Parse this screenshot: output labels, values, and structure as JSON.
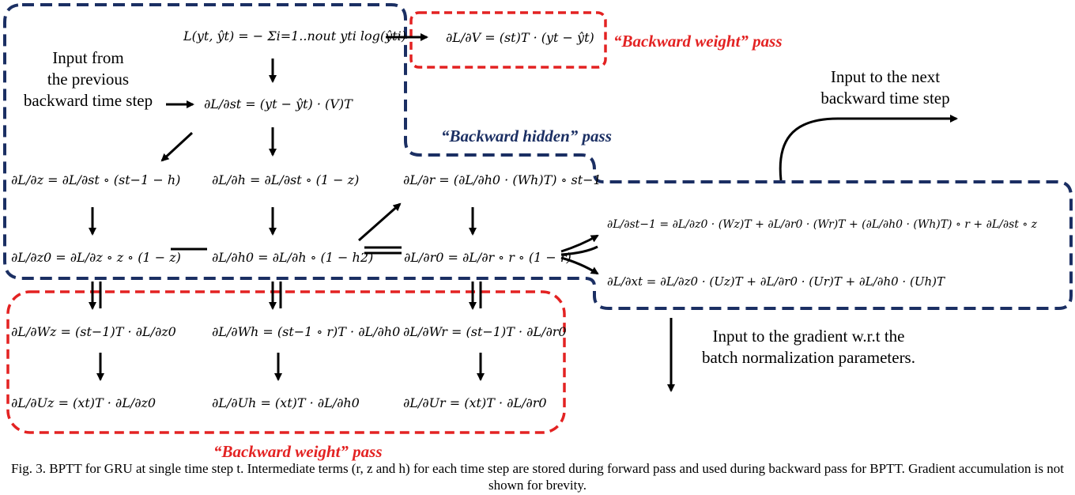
{
  "labels": {
    "input_prev": "Input from\nthe previous\nbackward time step",
    "input_next": "Input to the next\nbackward time step",
    "input_bn": "Input to the gradient w.r.t the\nbatch normalization  parameters."
  },
  "passes": {
    "weight_top": "“Backward weight” pass",
    "hidden": "“Backward hidden” pass",
    "weight_bottom": "“Backward weight” pass"
  },
  "equations": {
    "loss": "L(yt, ŷt) = − Σi=1..nout yti log(ŷti)",
    "dL_dV": "∂L/∂V = (st)T · (yt − ŷt)",
    "dL_dst": "∂L/∂st = (yt − ŷt) · (V)T",
    "dL_dz": "∂L/∂z = ∂L/∂st ∘ (st−1 − h)",
    "dL_dh": "∂L/∂h = ∂L/∂st ∘ (1 − z)",
    "dL_dr": "∂L/∂r = (∂L/∂h0 · (Wh)T) ∘ st−1",
    "dL_dz0": "∂L/∂z0 = ∂L/∂z ∘ z ∘ (1 − z)",
    "dL_dh0": "∂L/∂h0 = ∂L/∂h ∘ (1 − h2)",
    "dL_dr0": "∂L/∂r0 = ∂L/∂r ∘ r ∘ (1 − r)",
    "dL_dst_1": "∂L/∂st−1 = ∂L/∂z0 · (Wz)T + ∂L/∂r0 · (Wr)T + (∂L/∂h0 · (Wh)T) ∘ r + ∂L/∂st ∘ z",
    "dL_dxt": "∂L/∂xt = ∂L/∂z0 · (Uz)T + ∂L/∂r0 · (Ur)T + ∂L/∂h0 · (Uh)T",
    "dL_dWz": "∂L/∂Wz = (st−1)T · ∂L/∂z0",
    "dL_dWh": "∂L/∂Wh = (st−1 ∘ r)T · ∂L/∂h0",
    "dL_dWr": "∂L/∂Wr = (st−1)T · ∂L/∂r0",
    "dL_dUz": "∂L/∂Uz = (xt)T · ∂L/∂z0",
    "dL_dUh": "∂L/∂Uh = (xt)T · ∂L/∂h0",
    "dL_dUr": "∂L/∂Ur = (xt)T · ∂L/∂r0"
  },
  "caption": "Fig. 3. BPTT for GRU at single time step t. Intermediate terms (r, z and h) for each time step are stored during forward pass and used during backward pass for BPTT. Gradient accumulation is not shown for brevity.",
  "colors": {
    "red": "#e32222",
    "blue": "#1b2f63",
    "black": "#000000"
  }
}
